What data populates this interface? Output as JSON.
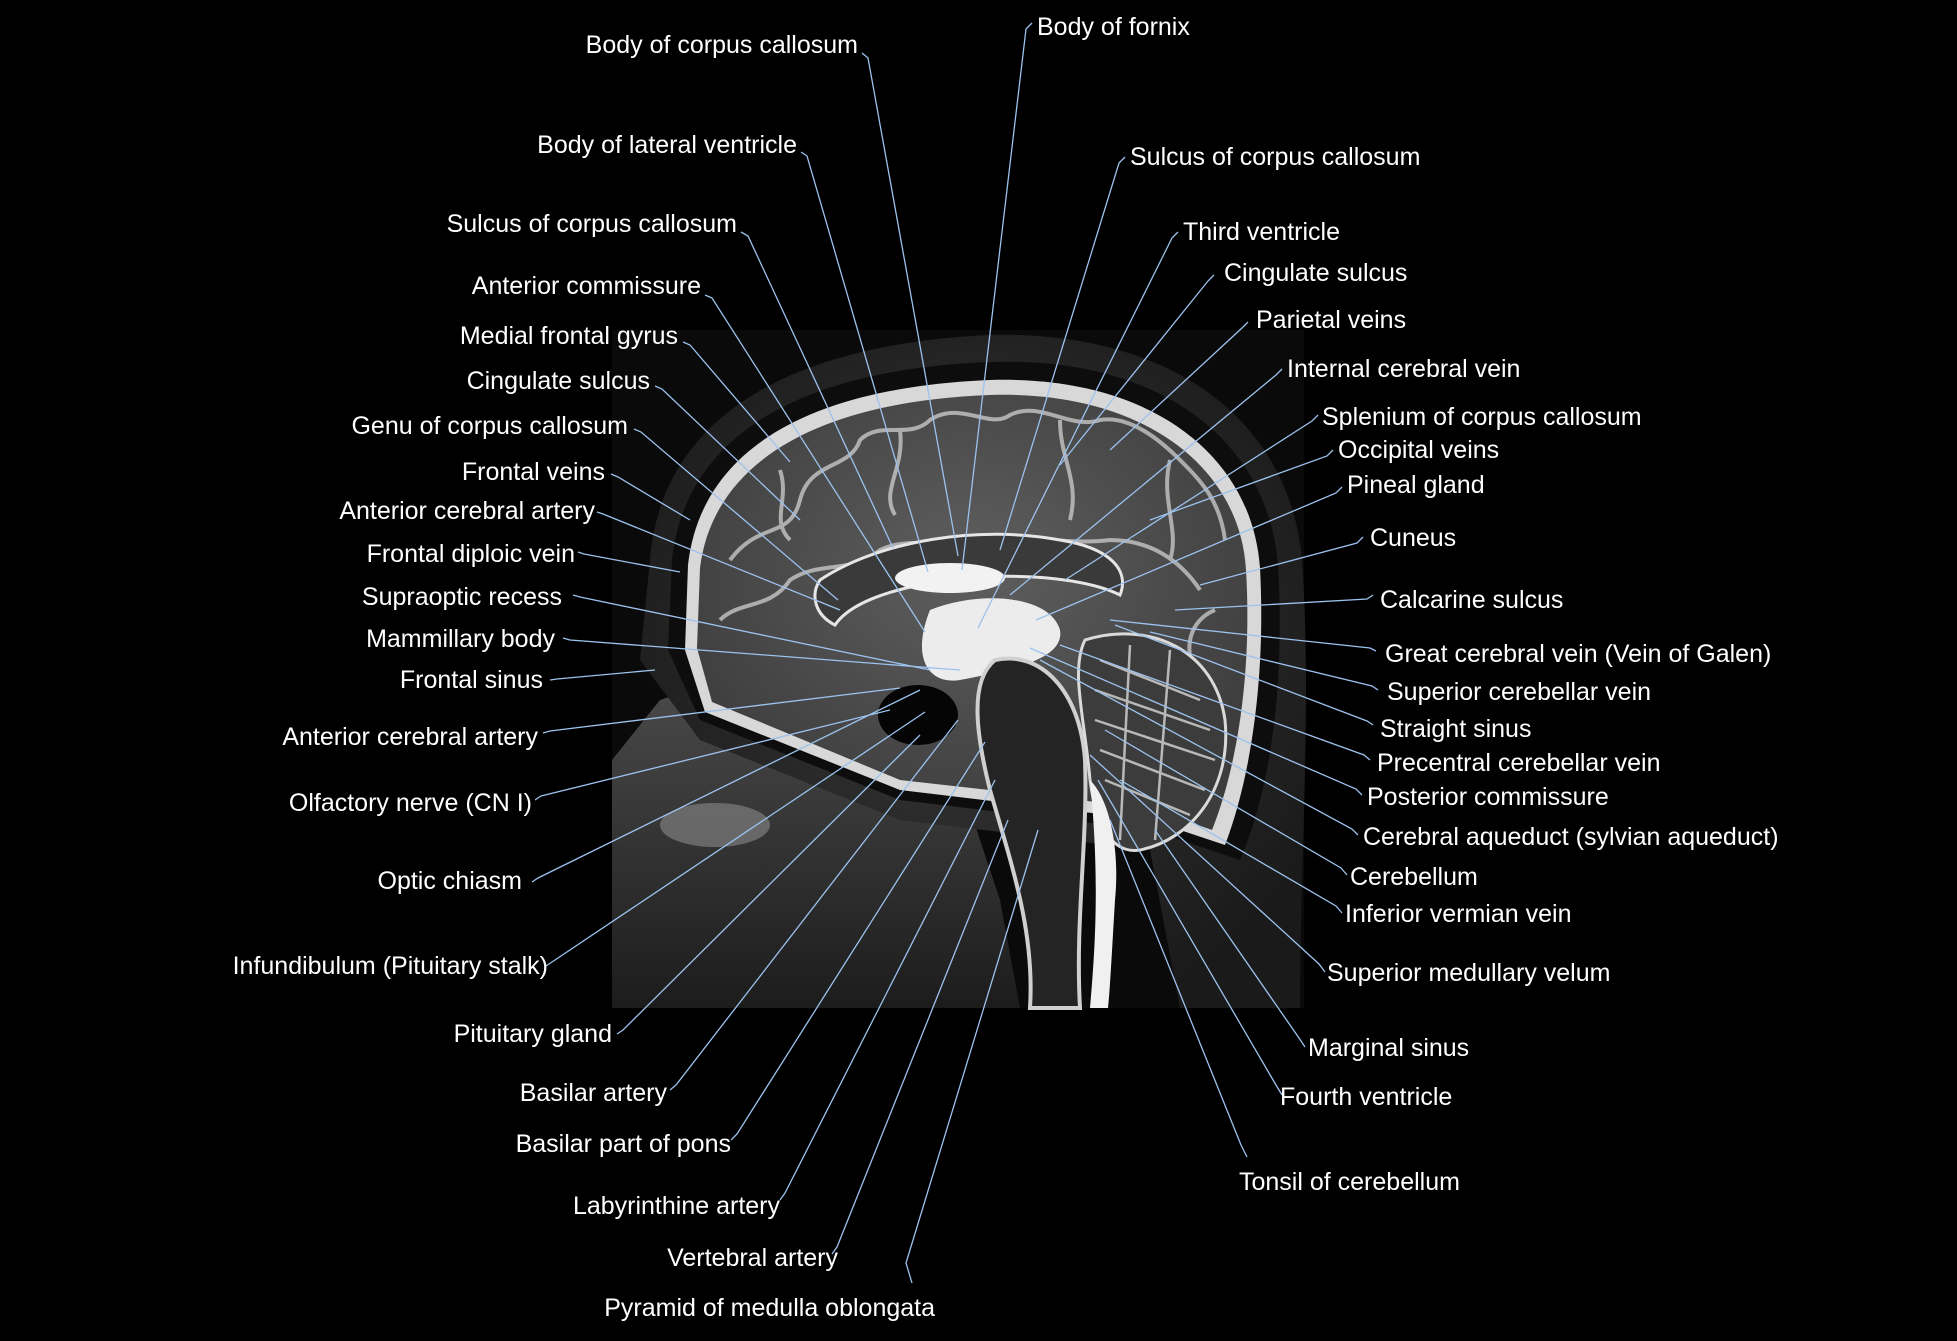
{
  "labels_left": [
    "Body of corpus callosum",
    "Body of lateral ventricle",
    "Sulcus of corpus callosum",
    "Anterior commissure",
    "Medial frontal gyrus",
    "Cingulate sulcus",
    "Genu of corpus callosum",
    "Frontal veins",
    "Anterior cerebral artery",
    "Frontal diploic vein",
    "Supraoptic recess",
    "Mammillary body",
    "Frontal sinus",
    "Anterior cerebral artery",
    "Olfactory nerve (CN I)",
    "Optic chiasm",
    "Infundibulum (Pituitary stalk)",
    "Pituitary gland",
    "Basilar artery",
    "Basilar part of pons",
    "Labyrinthine artery",
    "Vertebral artery",
    "Pyramid of medulla oblongata"
  ],
  "labels_right": [
    "Body of fornix",
    "Sulcus of corpus callosum",
    "Third ventricle",
    "Cingulate sulcus",
    "Parietal veins",
    "Internal cerebral vein",
    "Splenium of corpus callosum",
    "Occipital veins",
    "Pineal gland",
    "Cuneus",
    "Calcarine sulcus",
    "Great cerebral vein (Vein of Galen)",
    "Superior cerebellar vein",
    "Straight sinus",
    "Precentral cerebellar vein",
    "Posterior commissure",
    "Cerebral aqueduct (sylvian aqueduct)",
    "Cerebellum",
    "Inferior vermian vein",
    "Superior medullary velum",
    "Marginal sinus",
    "Fourth ventricle",
    "Tonsil of cerebellum"
  ],
  "colors": {
    "background": "#000000",
    "text": "#ffffff",
    "leader": "#9cc2ee"
  }
}
